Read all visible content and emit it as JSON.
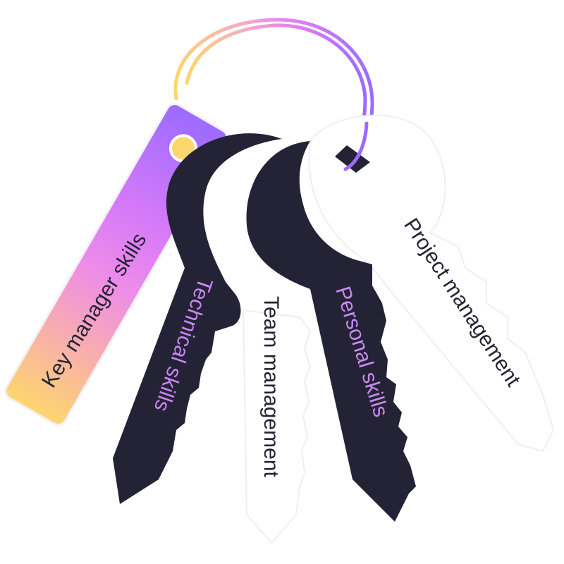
{
  "tag": {
    "label": "Key manager skills"
  },
  "keys": [
    {
      "label": "Technical skills",
      "style": "dark"
    },
    {
      "label": "Team management",
      "style": "light"
    },
    {
      "label": "Personal skills",
      "style": "dark"
    },
    {
      "label": "Project management",
      "style": "light"
    }
  ],
  "colors": {
    "dark": "#242336",
    "yellow": "#fdd66d",
    "pink": "#e67ef5",
    "purple": "#9b6bff",
    "peach": "#f9b3a5"
  }
}
